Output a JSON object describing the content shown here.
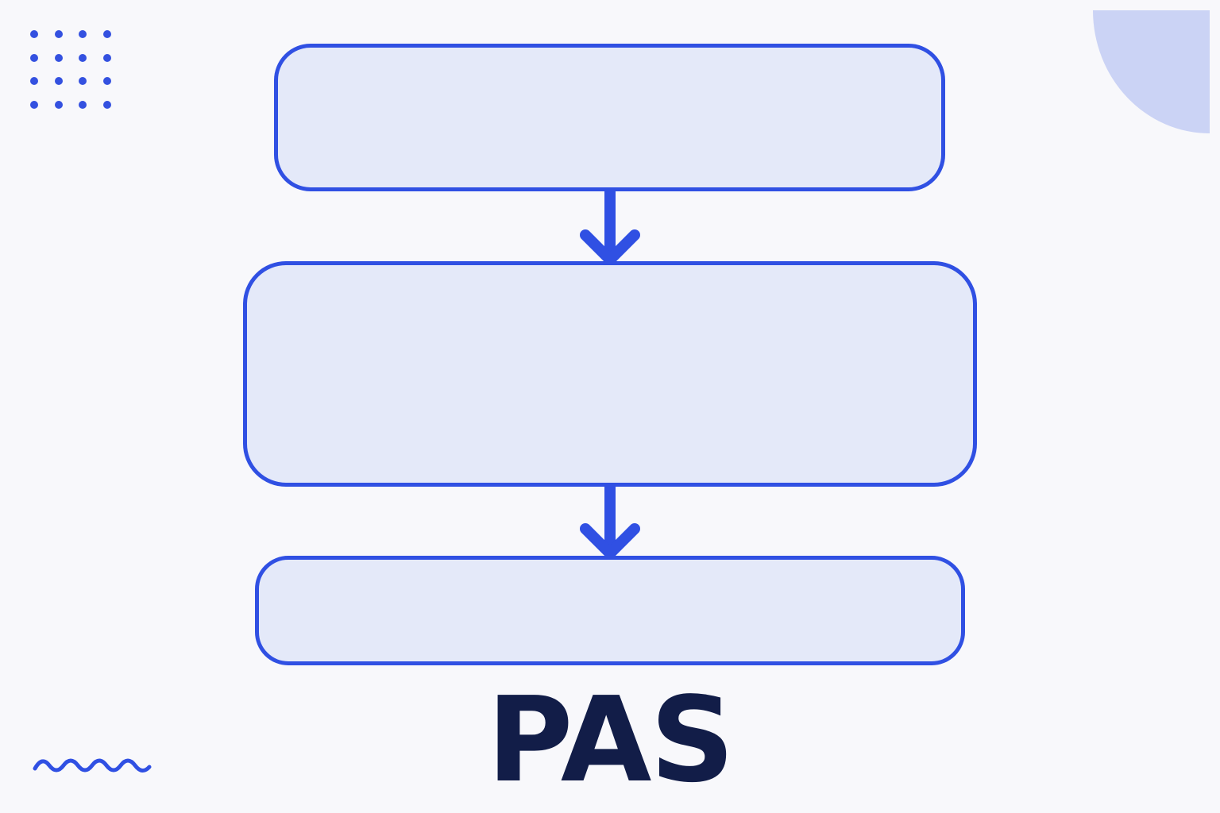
{
  "diagram": {
    "title": "PAS",
    "boxes": [
      {
        "id": "top",
        "label": ""
      },
      {
        "id": "middle",
        "label": ""
      },
      {
        "id": "bottom",
        "label": ""
      }
    ],
    "connections": [
      {
        "from": "top",
        "to": "middle"
      },
      {
        "from": "middle",
        "to": "bottom"
      }
    ]
  },
  "decorations": {
    "dot_grid": {
      "rows": 4,
      "cols": 4
    },
    "corner_shape": "quarter-circle",
    "squiggle": "wave-line"
  },
  "colors": {
    "background": "#f8f8fb",
    "accent_blue": "#3050e3",
    "box_fill": "#e4e9f9",
    "title": "#121d48",
    "corner_fill": "#cbd3f5"
  }
}
